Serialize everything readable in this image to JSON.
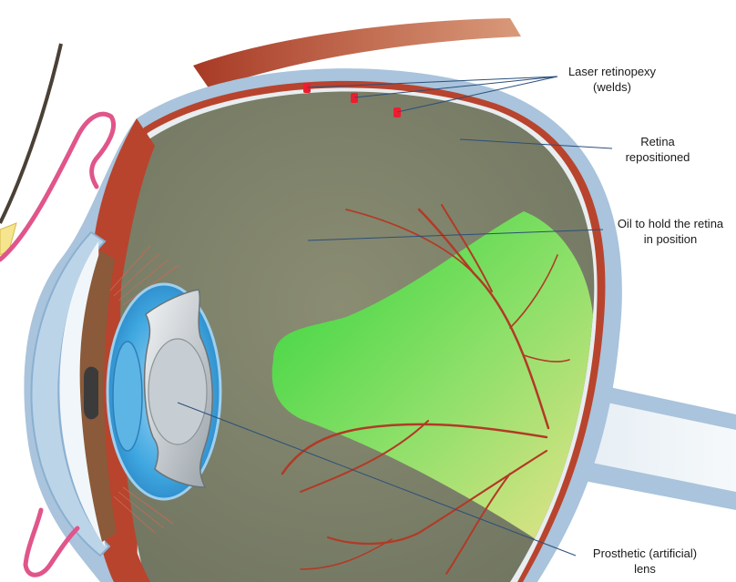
{
  "labels": {
    "laser_l1": "Laser retinopexy",
    "laser_l2": "(welds)",
    "retina_l1": "Retina",
    "retina_l2": "repositioned",
    "oil_l1": "Oil to hold the retina",
    "oil_l2": "in position",
    "lens_l1": "Prosthetic (artificial)",
    "lens_l2": "lens"
  },
  "colors": {
    "sclera": "#a9c4dc",
    "choroid": "#b8442e",
    "vitreous_oil": "#7f8469",
    "oil_bubble": "#33d83a",
    "lens": "#3fa7e0",
    "leader_line": "#2b4f7a",
    "laser_weld": "#ee1d2d"
  }
}
